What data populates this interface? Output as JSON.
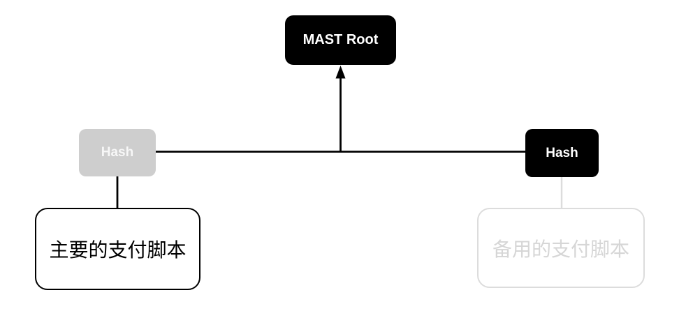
{
  "diagram": {
    "nodes": {
      "root": {
        "label": "MAST Root"
      },
      "left_hash": {
        "label": "Hash"
      },
      "right_hash": {
        "label": "Hash"
      },
      "primary_script": {
        "label": "主要的支付脚本"
      },
      "backup_script": {
        "label": "备用的支付脚本"
      }
    }
  },
  "colors": {
    "active": "#000000",
    "muted_fill": "#cecece",
    "muted_stroke": "#dcdcdc",
    "text_on_dark": "#ffffff",
    "background": "#ffffff"
  }
}
